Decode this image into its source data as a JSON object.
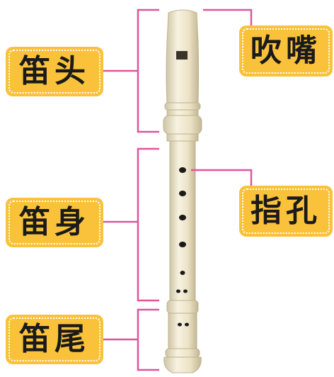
{
  "labels": {
    "head": "笛头",
    "mouthpiece": "吹嘴",
    "body": "笛身",
    "finger_holes": "指孔",
    "tail": "笛尾"
  },
  "colors": {
    "label_fill": "#f9c23a",
    "label_border": "#ffffff",
    "bracket_line": "#e0559a",
    "recorder_body": "#f1ead2",
    "recorder_shadow": "#c9bf9f",
    "hole": "#1a1a1a"
  }
}
